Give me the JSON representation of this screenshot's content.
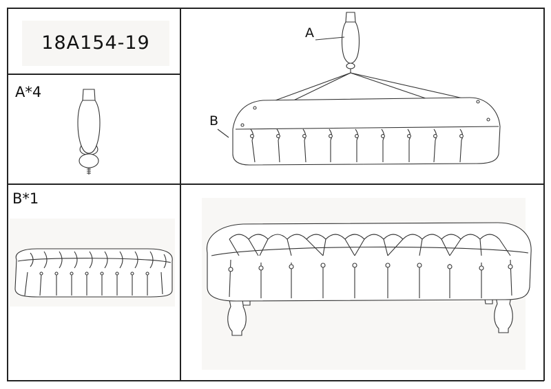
{
  "product_code": "18A154-19",
  "parts": [
    {
      "id": "A",
      "label": "A*4",
      "name_icon": "leg-icon"
    },
    {
      "id": "B",
      "label": "B*1",
      "name_icon": "bench-top-icon"
    }
  ],
  "callouts": {
    "a": "A",
    "b": "B"
  }
}
